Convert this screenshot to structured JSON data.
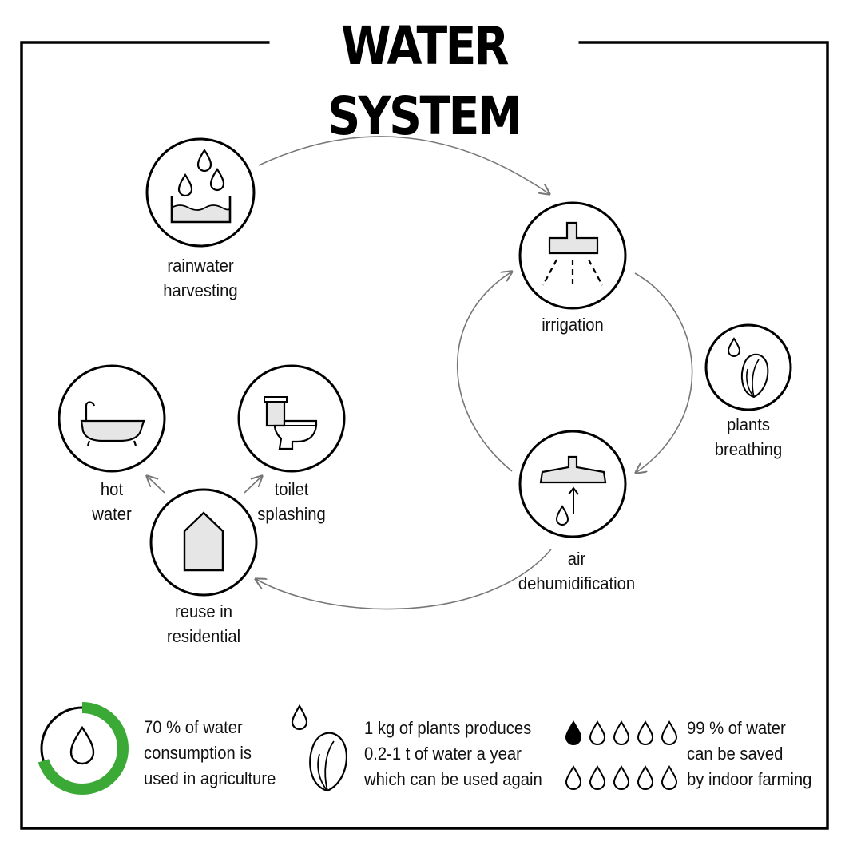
{
  "title": "WATER SYSTEM",
  "nodes": {
    "rainwater": {
      "line1": "rainwater",
      "line2": "harvesting",
      "icon": "rain-basin-icon"
    },
    "irrigation": {
      "line1": "irrigation",
      "icon": "sprinkler-icon"
    },
    "plants_breathing": {
      "line1": "plants",
      "line2": "breathing",
      "icon": "plant-drop-icon"
    },
    "dehumidification": {
      "line1": "air",
      "line2": "dehumidification",
      "icon": "dehumidifier-icon"
    },
    "residential": {
      "line1": "reuse in",
      "line2": "residential",
      "icon": "house-icon"
    },
    "hot_water": {
      "line1": "hot",
      "line2": "water",
      "icon": "bathtub-icon"
    },
    "toilet": {
      "line1": "toilet",
      "line2": "splashing",
      "icon": "toilet-icon"
    }
  },
  "stats": {
    "agriculture": {
      "percent": 70,
      "line1": "70 % of water",
      "line2": "consumption is",
      "line3": "used in agriculture",
      "accent": "#3aa935"
    },
    "plants": {
      "line1": "1 kg of plants produces",
      "line2": "0.2-1 t of water a year",
      "line3": "which can be used again"
    },
    "saved": {
      "percent": 99,
      "line1": "99 % of water",
      "line2": "can be saved",
      "line3": "by indoor farming",
      "drops_filled": 1,
      "drops_total": 10
    }
  },
  "colors": {
    "ink": "#111111",
    "arrow": "#777777",
    "fill_gray": "#e6e6e6",
    "accent": "#3aa935"
  }
}
